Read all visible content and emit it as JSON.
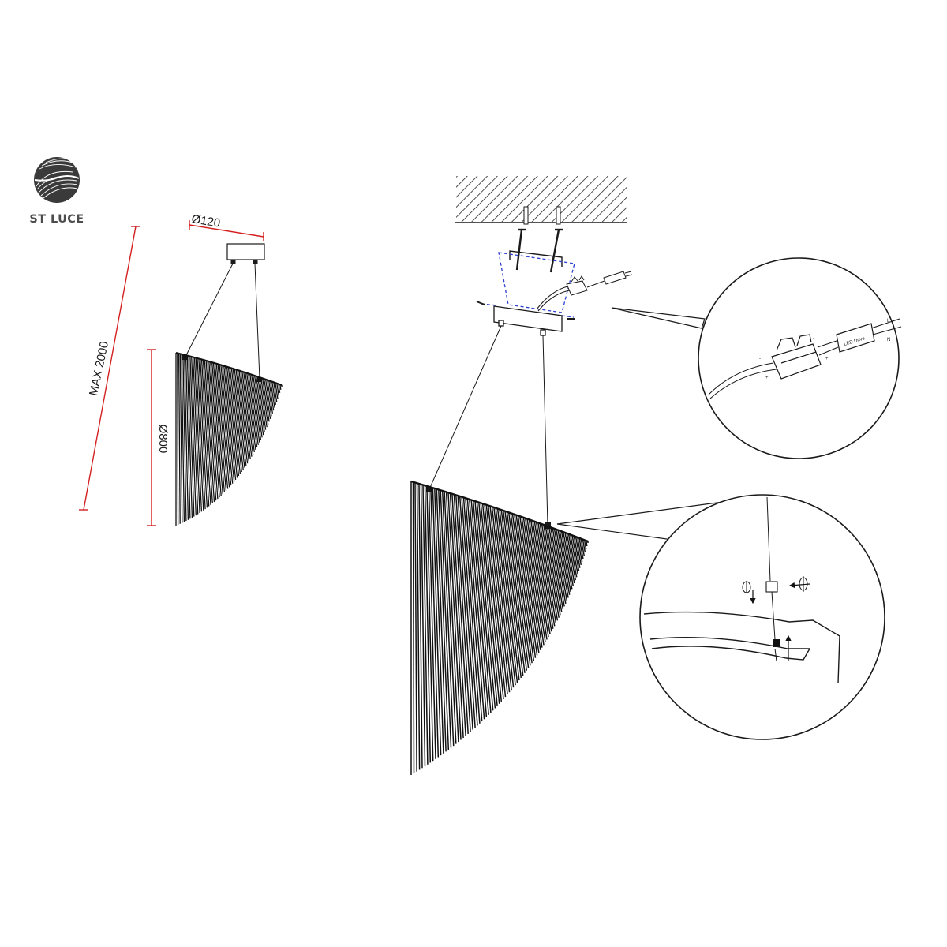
{
  "brand": {
    "name": "ST LUCE",
    "logo_icon": "swirl-logo-icon"
  },
  "dimensions": {
    "canopy_diameter": "Ø120",
    "max_height": "MAX 2000",
    "shade_diameter": "Ø800"
  },
  "detail_labels": {
    "led_driver": "LED Drive",
    "wire_l": "L",
    "wire_n": "N",
    "terminal_minus": "-",
    "terminal_plus": "+"
  },
  "colors": {
    "dimension_line": "#d42020",
    "fastener_guide": "#2b3fd0",
    "line": "#1a1a1a"
  }
}
